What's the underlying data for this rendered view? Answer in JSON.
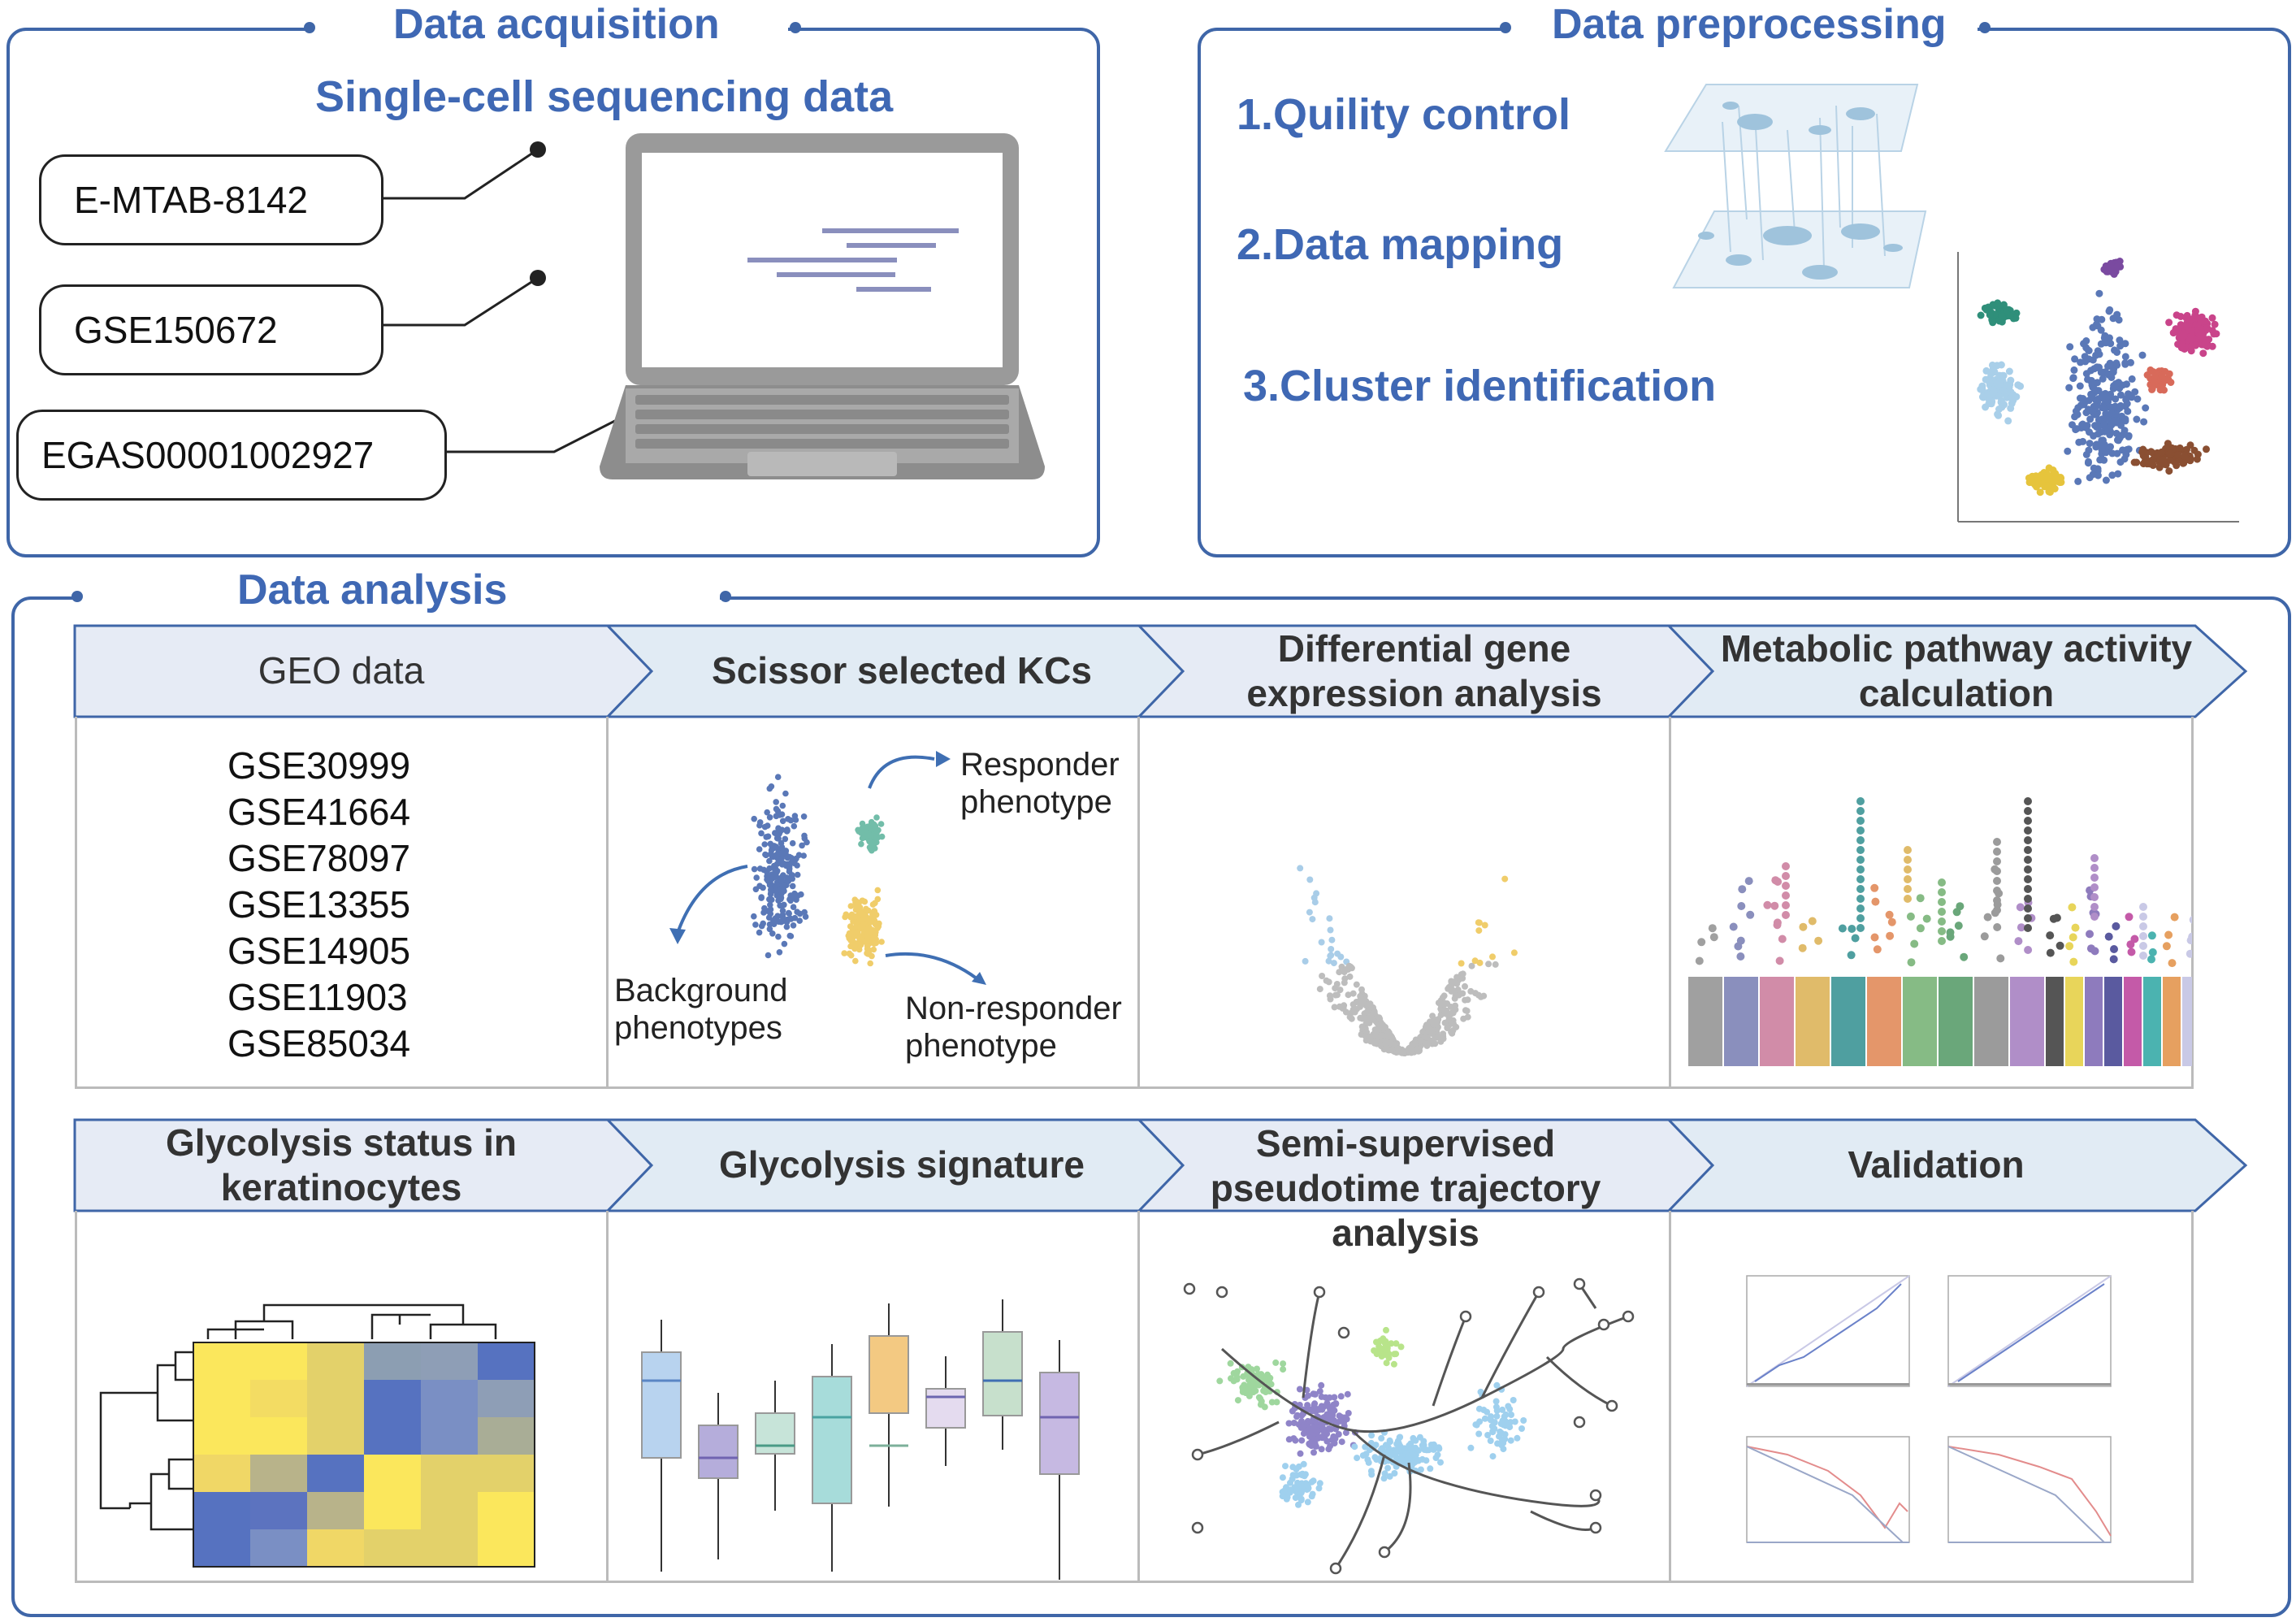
{
  "acquisition": {
    "title": "Data acquisition",
    "subtitle": "Single-cell sequencing data",
    "sources": [
      "E-MTAB-8142",
      "GSE150672",
      "EGAS00001002927"
    ]
  },
  "preprocessing": {
    "title": "Data preprocessing",
    "steps": [
      "1.Quility control",
      "2.Data mapping",
      "3.Cluster identification"
    ]
  },
  "analysis": {
    "title": "Data analysis",
    "row1": [
      {
        "label": "GEO data"
      },
      {
        "label": "Scissor selected KCs"
      },
      {
        "label": "Differential gene expression analysis"
      },
      {
        "label": "Metabolic pathway activity calculation"
      }
    ],
    "row2": [
      {
        "label": "Glycolysis status in keratinocytes"
      },
      {
        "label": "Glycolysis signature"
      },
      {
        "label": "Semi-supervised pseudotime trajectory analysis"
      },
      {
        "label": "Validation"
      }
    ],
    "geo_datasets": [
      "GSE30999",
      "GSE41664",
      "GSE78097",
      "GSE13355",
      "GSE14905",
      "GSE11903",
      "GSE85034"
    ],
    "scissor_labels": {
      "responder": "Responder phenotype",
      "background": "Background phenotypes",
      "nonresponder": "Non-responder phenotype"
    }
  },
  "colors": {
    "frame": "#3f66a8",
    "title": "#3f68b4",
    "header_fill": "#e6ebf5",
    "header_fill_alt": "#e1ebf4"
  }
}
